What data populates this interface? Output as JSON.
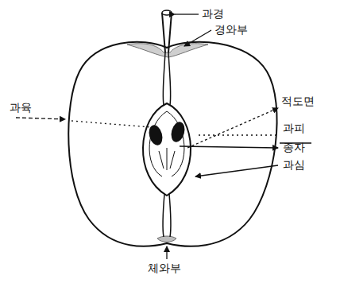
{
  "diagram": {
    "labels": [
      "과경",
      "경와부",
      "적도면",
      "과육",
      "과피",
      "종자",
      "과심",
      "체와부"
    ]
  }
}
